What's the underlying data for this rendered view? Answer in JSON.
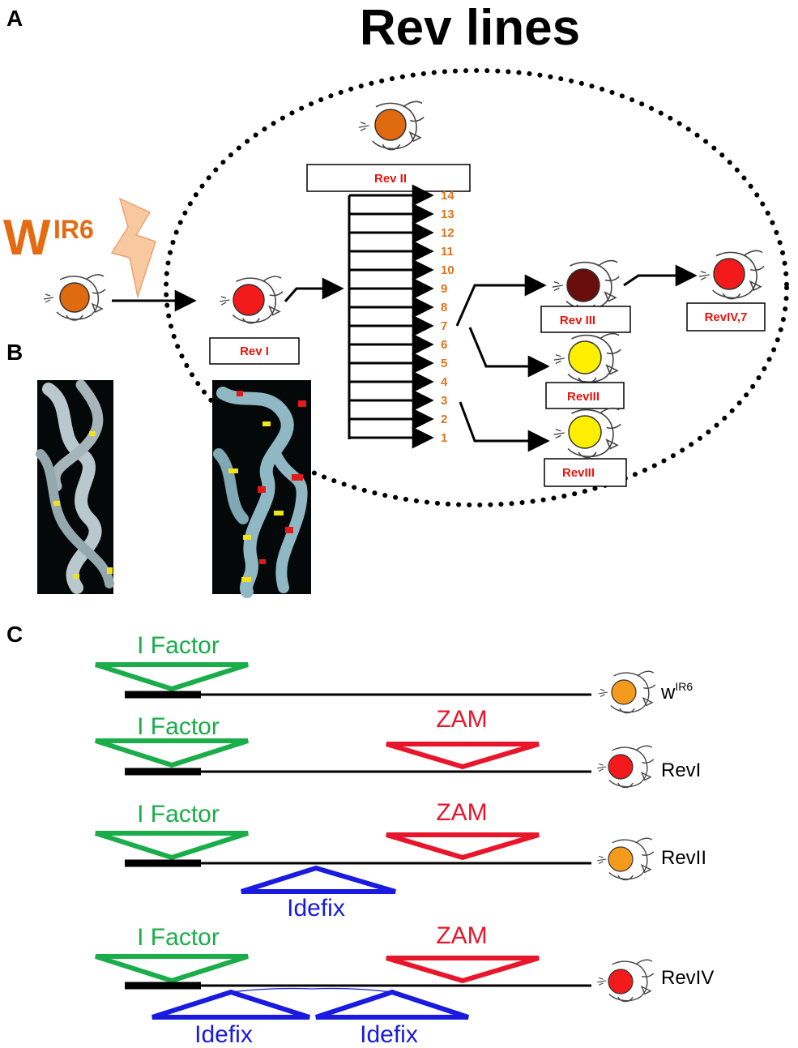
{
  "panel_letters": {
    "a": "A",
    "b": "B",
    "c": "C"
  },
  "title": "Rev lines",
  "genotype": {
    "base": "W",
    "superscript": "IR6"
  },
  "boxes": {
    "rev_i": "Rev I",
    "rev_ii": "Rev II",
    "rev_iii_a": "Rev III",
    "rev_iii_b": "RevIII",
    "rev_iii_c": "RevIII",
    "rev_iv": "RevIV,7"
  },
  "branch_numbers": [
    "14",
    "13",
    "12",
    "11",
    "10",
    "9",
    "8",
    "7",
    "6",
    "5",
    "4",
    "3",
    "2",
    "1"
  ],
  "panel_c": {
    "te_names": {
      "i_factor": "I Factor",
      "zam": "ZAM",
      "idefix": "Idefix"
    },
    "rows": [
      {
        "label_base": "w",
        "label_sup": "IR6"
      },
      {
        "label_base": "RevI",
        "label_sup": ""
      },
      {
        "label_base": "RevII",
        "label_sup": ""
      },
      {
        "label_base": "RevIV",
        "label_sup": ""
      }
    ]
  },
  "colors": {
    "eye_orange": "#e06a10",
    "eye_red": "#f21a1a",
    "eye_dark": "#6a0d0d",
    "eye_yellow": "#ffee00",
    "eye_light_orange": "#f49a1c",
    "text_red": "#e8150c",
    "number_orange": "#e0741a",
    "i_factor_green": "#1aad4a",
    "zam_red": "#e8162b",
    "idefix_blue": "#1a1ae0",
    "lightning": "#f8c8a0"
  },
  "icons": [
    "fly-head-icon",
    "lightning-icon"
  ]
}
